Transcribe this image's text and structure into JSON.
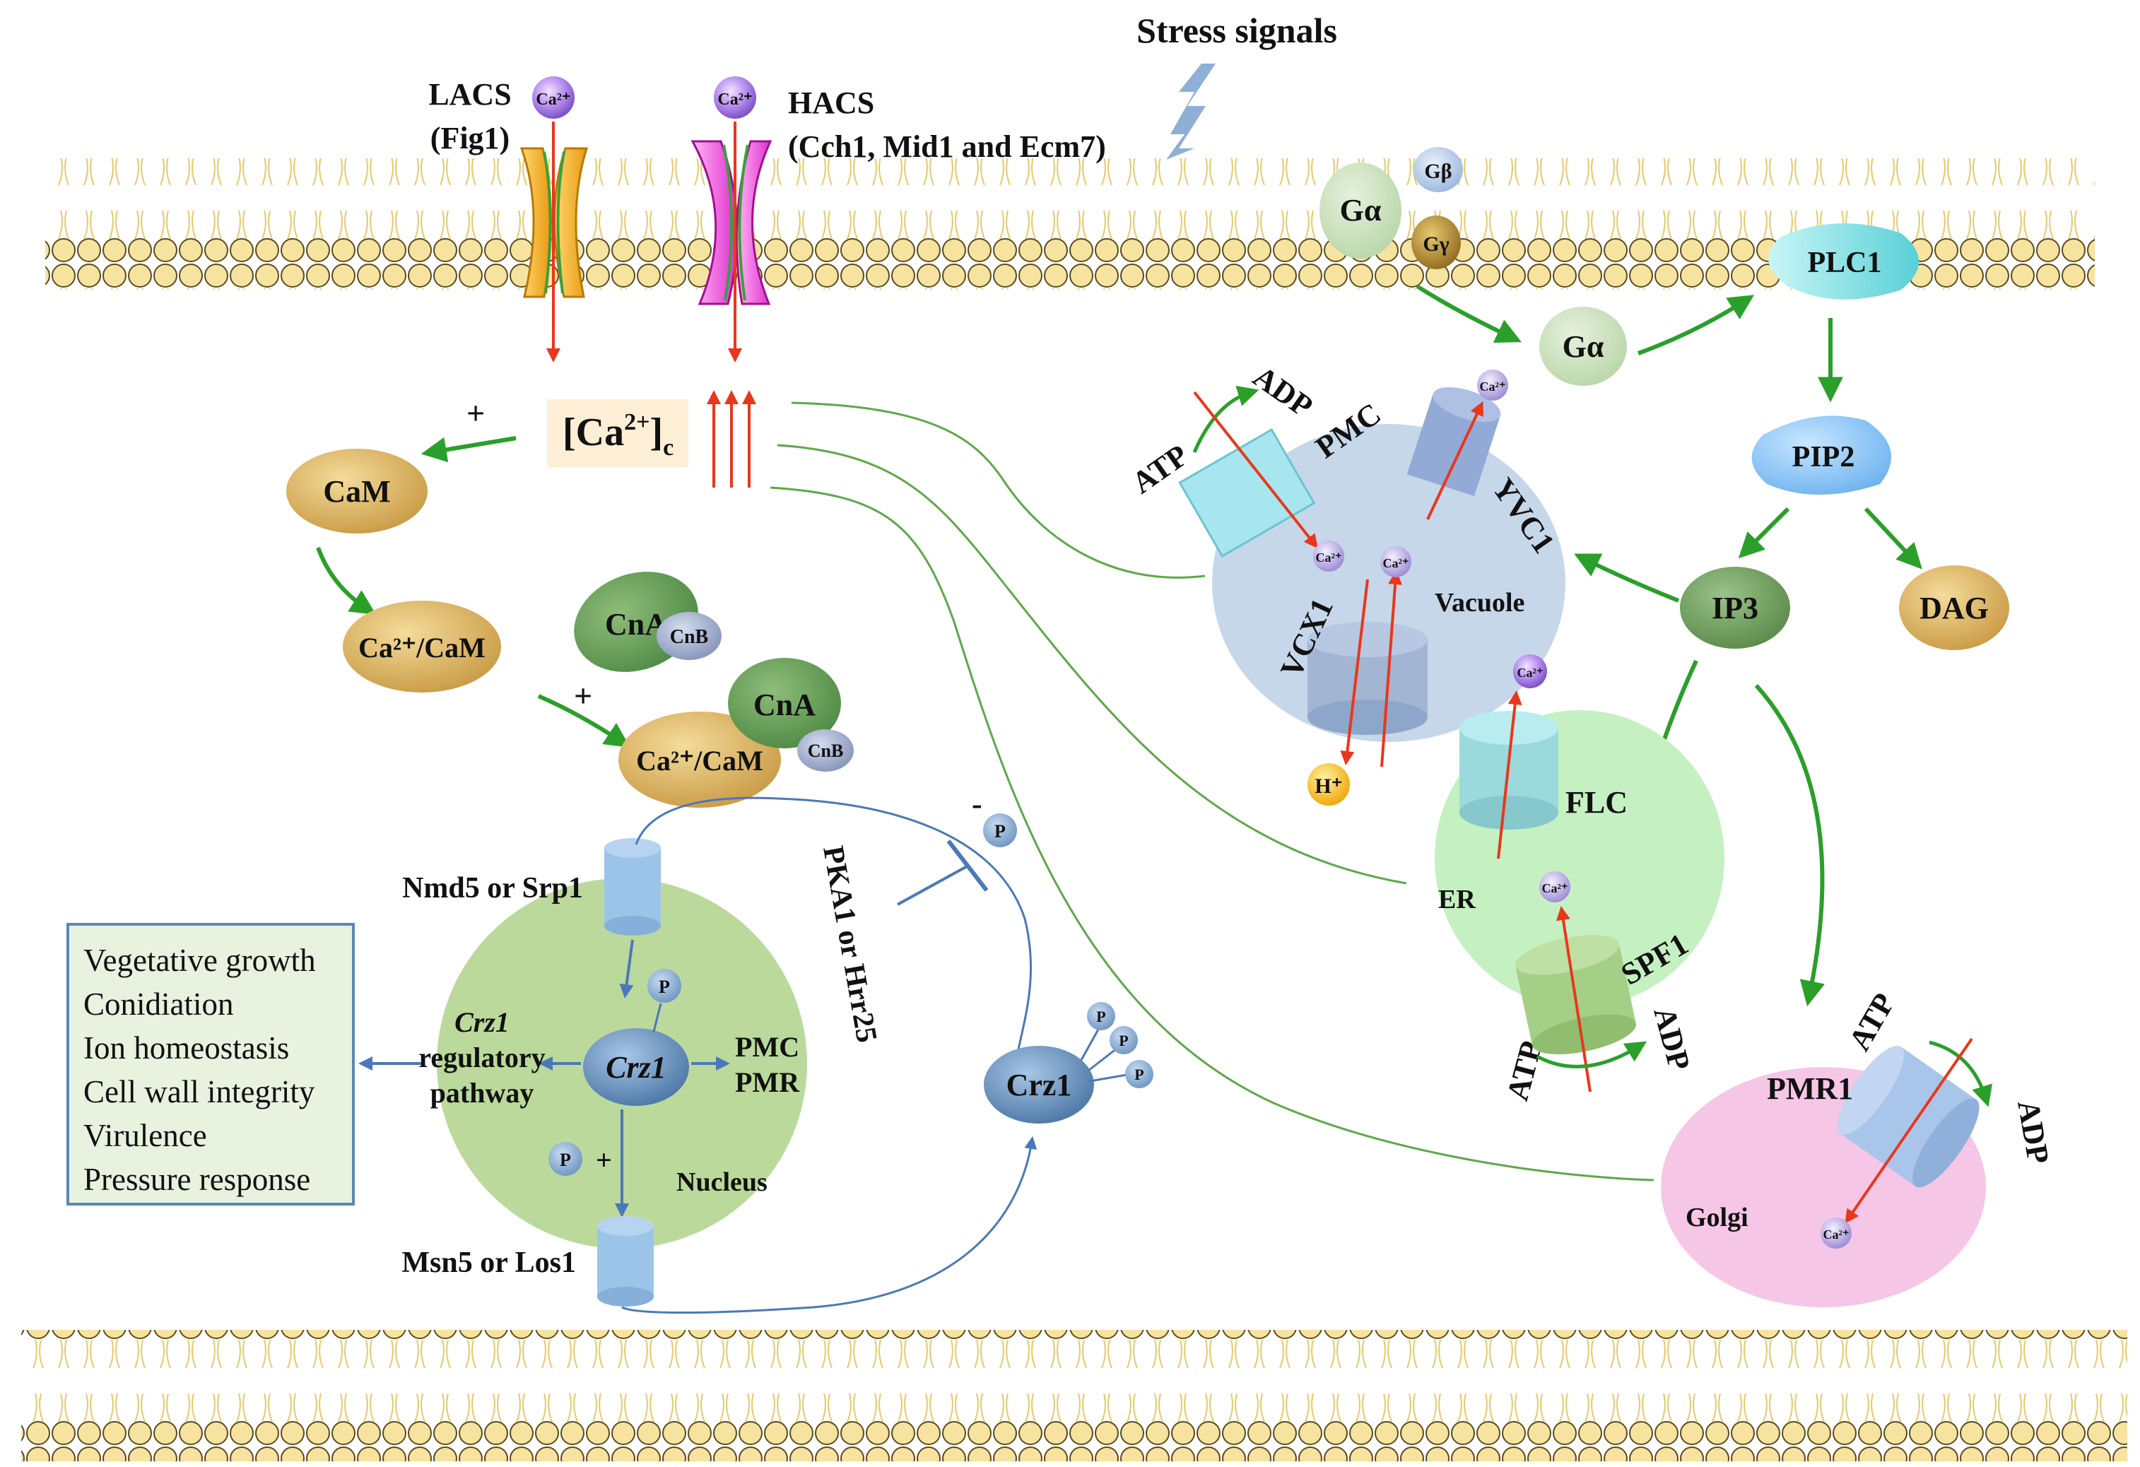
{
  "title": "Stress signals",
  "channels": {
    "lacs_label": "LACS",
    "lacs_gene": "(Fig1)",
    "hacs_label": "HACS",
    "hacs_genes": "(Cch1, Mid1 and Ecm7)",
    "ion": "Ca²⁺"
  },
  "cytosol": {
    "calcium_base": "[Ca",
    "calcium_sup": "2+",
    "calcium_close": "]",
    "calcium_sub": "c",
    "plus": "+"
  },
  "gprotein": {
    "alpha": "Gα",
    "beta": "Gβ",
    "gamma": "Gγ",
    "alpha_free": "Gα",
    "plc": "PLC1",
    "pip2": "PIP2",
    "ip3": "IP3",
    "dag": "DAG"
  },
  "calcineurin": {
    "cam": "CaM",
    "ca_cam": "Ca²⁺/CaM",
    "cna": "CnA",
    "cnb": "CnB",
    "complex_ca_cam": "Ca²⁺/CaM",
    "complex_cna": "CnA",
    "complex_cnb": "CnB"
  },
  "vacuole": {
    "name": "Vacuole",
    "pmc": "PMC",
    "yvc1": "YVC1",
    "vcx1": "VCX1",
    "atp": "ATP",
    "adp": "ADP",
    "ion": "Ca²⁺",
    "proton": "H⁺"
  },
  "er": {
    "name": "ER",
    "flc": "FLC",
    "spf1": "SPF1",
    "atp": "ATP",
    "adp": "ADP",
    "ion": "Ca²⁺"
  },
  "golgi": {
    "name": "Golgi",
    "pmr1": "PMR1",
    "atp": "ATP",
    "adp": "ADP",
    "ion": "Ca²⁺"
  },
  "nucleus": {
    "name": "Nucleus",
    "importer": "Nmd5 or Srp1",
    "exporter": "Msn5 or Los1",
    "crz1_inner": "Crz1",
    "pathway_gene": "Crz1",
    "pathway_line1": "regulatory",
    "pathway_line2": "pathway",
    "target_pmc": "PMC",
    "target_pmr": "PMR",
    "phospho": "P",
    "plus": "+"
  },
  "cytoplasm_crz1": {
    "label": "Crz1",
    "kinase": "PKA1 or Hrr25",
    "phospho": "P",
    "minus": "-"
  },
  "outcomes": [
    "Vegetative growth",
    "Conidiation",
    "Ion homeostasis",
    "Cell wall integrity",
    "Virulence",
    "Pressure response"
  ],
  "colors": {
    "membrane_head": "#f6e3a0",
    "vacuole": "#c7d7ea",
    "er": "#c5f0c2",
    "golgi": "#f6c6e6",
    "nucleus": "#bcd99c",
    "green_arrow": "#2aa02a",
    "red_arrow": "#e8371b",
    "blue_arrow": "#4a78b8"
  }
}
